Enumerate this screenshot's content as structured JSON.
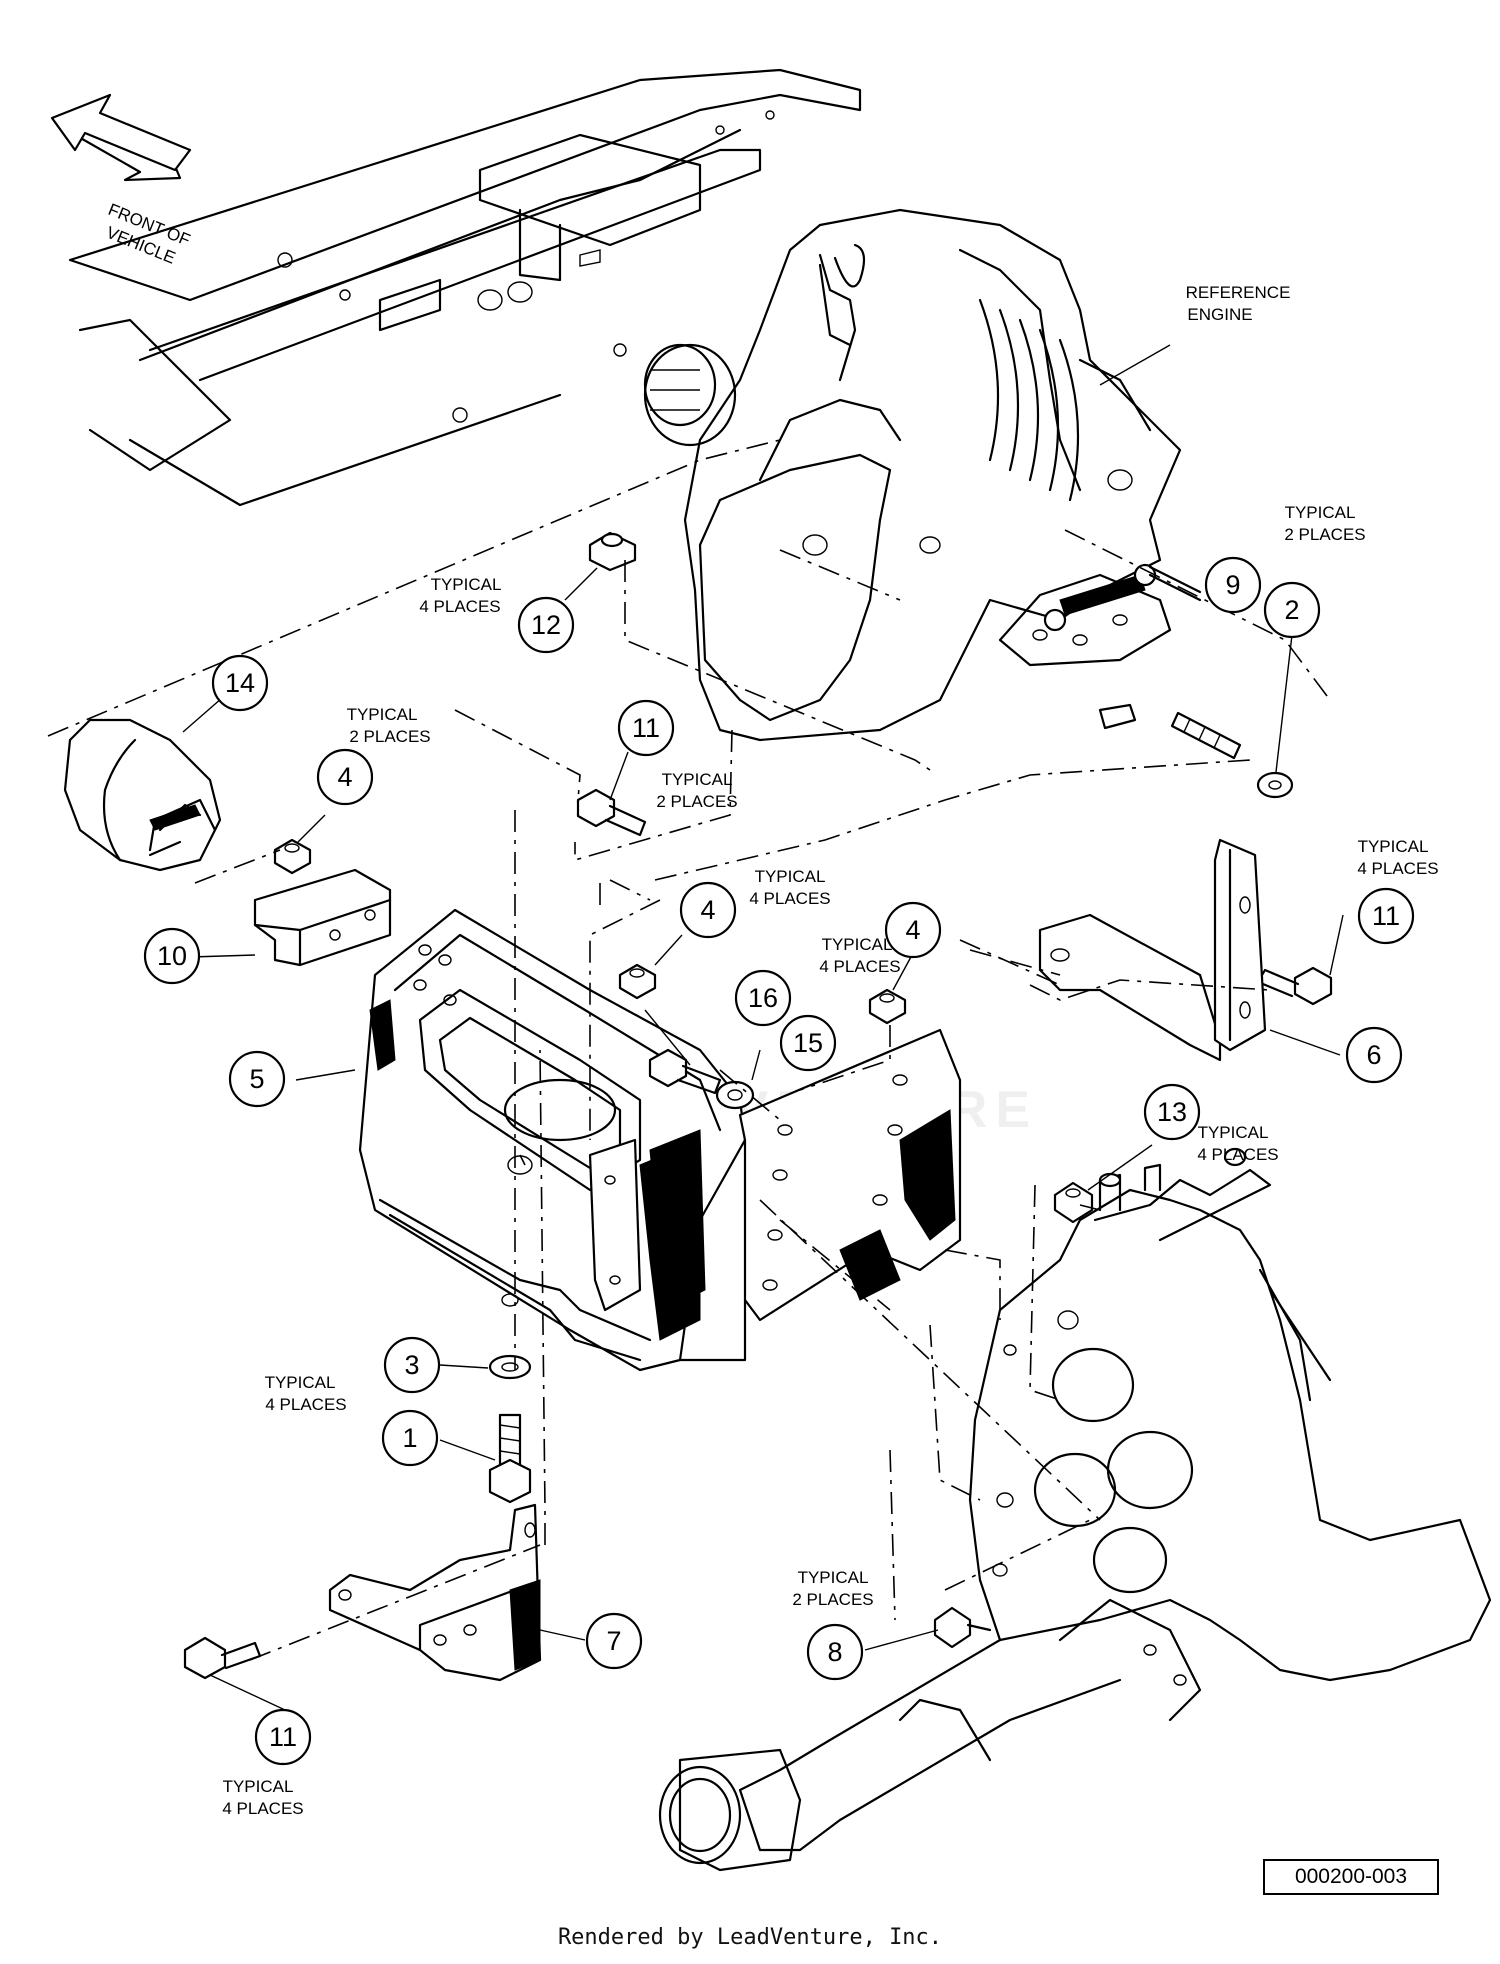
{
  "balloons": [
    {
      "id": "b-14",
      "label": "14"
    },
    {
      "id": "b-12",
      "label": "12"
    },
    {
      "id": "b-9",
      "label": "9"
    },
    {
      "id": "b-2",
      "label": "2"
    },
    {
      "id": "b-11a",
      "label": "11"
    },
    {
      "id": "b-4a",
      "label": "4"
    },
    {
      "id": "b-10",
      "label": "10"
    },
    {
      "id": "b-4b",
      "label": "4"
    },
    {
      "id": "b-4c",
      "label": "4"
    },
    {
      "id": "b-11b",
      "label": "11"
    },
    {
      "id": "b-16",
      "label": "16"
    },
    {
      "id": "b-15",
      "label": "15"
    },
    {
      "id": "b-5",
      "label": "5"
    },
    {
      "id": "b-6",
      "label": "6"
    },
    {
      "id": "b-13",
      "label": "13"
    },
    {
      "id": "b-3",
      "label": "3"
    },
    {
      "id": "b-1",
      "label": "1"
    },
    {
      "id": "b-7",
      "label": "7"
    },
    {
      "id": "b-8",
      "label": "8"
    },
    {
      "id": "b-11c",
      "label": "11"
    }
  ],
  "notes": {
    "front_line1": "FRONT OF",
    "front_line2": "VEHICLE",
    "ref_engine_1": "REFERENCE",
    "ref_engine_2": "ENGINE",
    "typ2": "TYPICAL",
    "places2": "2 PLACES",
    "places4": "4 PLACES"
  },
  "watermark": "LEADVENTURE",
  "reference_id": "000200-003",
  "footer": "Rendered by LeadVenture, Inc."
}
